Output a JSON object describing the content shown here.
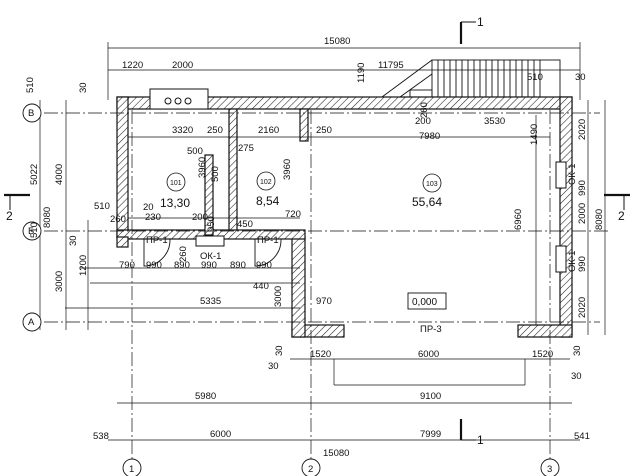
{
  "section_marks": {
    "mark": "1",
    "left": "2",
    "right": "2"
  },
  "axes": {
    "row_top": "В",
    "row_mid": "Б",
    "row_bottom": "А",
    "col_1": "1",
    "col_2": "2",
    "col_3": "3"
  },
  "rooms": [
    {
      "number": "101",
      "area": "13,30"
    },
    {
      "number": "102",
      "area": "8,54"
    },
    {
      "number": "103",
      "area": "55,64"
    }
  ],
  "elevation": "0,000",
  "labels": {
    "pr1_a": "ПР-1",
    "pr1_b": "ПР-1",
    "ok1_bottom": "ОК-1",
    "ok1_right_top": "ОК-1",
    "ok1_right_bottom": "ОК-1",
    "pr3": "ПР-3"
  },
  "dimensions": {
    "top_total": "15080",
    "top_1220": "1220",
    "top_2000": "2000",
    "top_1190": "1190",
    "top_11795": "11795",
    "top_510": "510",
    "top_30": "30",
    "r1_3320": "3320",
    "r1_250a": "250",
    "r1_2160": "2160",
    "r1_250b": "250",
    "r1_200": "200",
    "r1_7980": "7980",
    "r1_3530": "3530",
    "d_500a": "500",
    "d_275": "275",
    "d_3960a": "3960",
    "d_500b": "500",
    "d_950": "950",
    "d_3960b": "3960",
    "d_260_stair": "260",
    "d_1490": "1490",
    "d_6960": "6960",
    "l_510a": "510",
    "l_30a": "30",
    "l_4000": "4000",
    "l_5022": "5022",
    "l_8080": "8080",
    "l_510b": "510",
    "l_30b": "30",
    "l_1200": "1200",
    "l_3000": "3000",
    "w_510": "510",
    "w_20": "20",
    "w_260a": "260",
    "w_230": "230",
    "w_200": "200",
    "w_450": "450",
    "w_720": "720",
    "w_260b": "260",
    "b_790": "790",
    "b_990a": "990",
    "b_890a": "890",
    "b_990b": "990",
    "b_890b": "890",
    "b_990c": "990",
    "b_440": "440",
    "b_3000": "3000",
    "b_5335": "5335",
    "b_970": "970",
    "right_2020a": "2020",
    "right_990a": "990",
    "right_2000": "2000",
    "right_8080": "8080",
    "right_990b": "990",
    "right_2020b": "2020",
    "bot_30a": "30",
    "bot_30b": "30",
    "bot_1520a": "1520",
    "bot_6000": "6000",
    "bot_1520b": "1520",
    "bot_30c": "30",
    "bot_30d": "30",
    "bot_5980": "5980",
    "bot_9100": "9100",
    "bot_538": "538",
    "bot_6000b": "6000",
    "bot_7999": "7999",
    "bot_541": "541",
    "bot_total": "15080"
  }
}
